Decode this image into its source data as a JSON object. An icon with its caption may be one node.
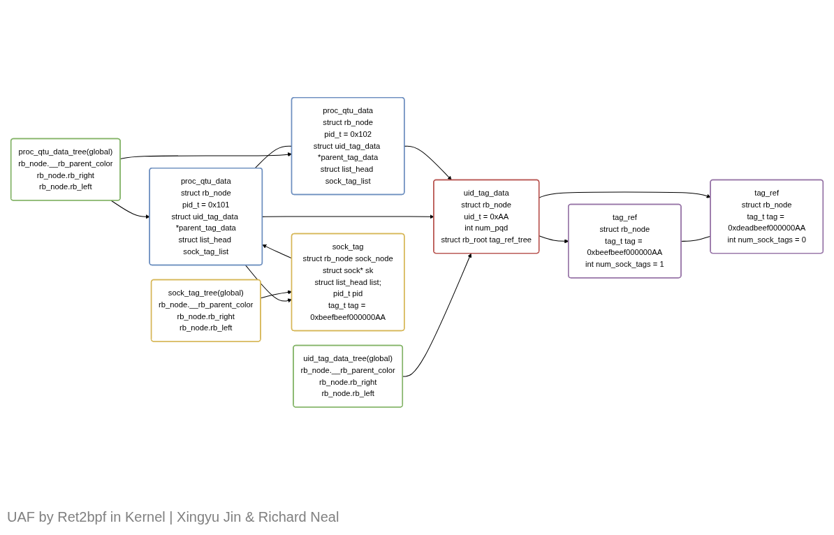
{
  "diagram": {
    "nodes": [
      {
        "text": [
          "tag_ref",
          "struct rb_node",
          "tag_t tag = 0xbeefbeef000000AA",
          "int num_sock_tags = 1"
        ]
      },
      {
        "text": [
          "uid_tag_data",
          "struct rb_node",
          "uid_t = 0xAA",
          "int num_pqd",
          "struct rb_root tag_ref_tree"
        ]
      },
      {
        "text": [
          "tag_ref",
          "struct rb_node",
          "tag_t tag = 0xdeadbeef000000AA",
          "int num_sock_tags = 0"
        ]
      },
      {
        "text": [
          "uid_tag_data_tree(global)",
          "rb_node.__rb_parent_color",
          "rb_node.rb_right",
          "rb_node.rb_left"
        ]
      },
      {
        "text": [
          "proc_qtu_data_tree(global)",
          "rb_node.__rb_parent_color",
          "rb_node.rb_right",
          "rb_node.rb_left"
        ]
      },
      {
        "text": [
          "proc_qtu_data",
          "struct rb_node",
          "pid_t = 0x101",
          "struct uid_tag_data *parent_tag_data",
          "struct list_head sock_tag_list"
        ]
      },
      {
        "text": [
          "proc_qtu_data",
          "struct rb_node",
          "pid_t = 0x102",
          "struct uid_tag_data *parent_tag_data",
          "struct list_head sock_tag_list"
        ]
      },
      {
        "text": [
          "sock_tag",
          "struct rb_node sock_node",
          "struct sock* sk",
          "struct list_head list;",
          "pid_t pid",
          "tag_t tag = 0xbeefbeef000000AA"
        ]
      },
      {
        "text": [
          "sock_tag_tree(global)",
          "rb_node.__rb_parent_color",
          "rb_node.rb_right",
          "rb_node.rb_left"
        ]
      }
    ],
    "edges": [
      {
        "from": 0,
        "to": 2,
        "arrow": "none"
      },
      {
        "from": 1,
        "to": 0,
        "arrow": "to"
      },
      {
        "from": 1,
        "to": 2,
        "arrow": "to"
      },
      {
        "from": 3,
        "to": 1,
        "arrow": "to"
      },
      {
        "from": 5,
        "to": 1,
        "arrow": "to"
      },
      {
        "from": 6,
        "to": 1,
        "arrow": "to"
      },
      {
        "from": 4,
        "to": 5,
        "arrow": "to"
      },
      {
        "from": 4,
        "to": 6,
        "arrow": "to"
      },
      {
        "from": 5,
        "to": 6,
        "arrow": "none"
      },
      {
        "from": 5,
        "to": 7,
        "arrow": "to"
      },
      {
        "from": 7,
        "to": 5,
        "arrow": "to"
      },
      {
        "from": 8,
        "to": 7,
        "arrow": "to"
      }
    ],
    "labels": [
      "UAF by Ret2bpf in Kernel | Xingyu Jin & Richard Neal"
    ]
  }
}
